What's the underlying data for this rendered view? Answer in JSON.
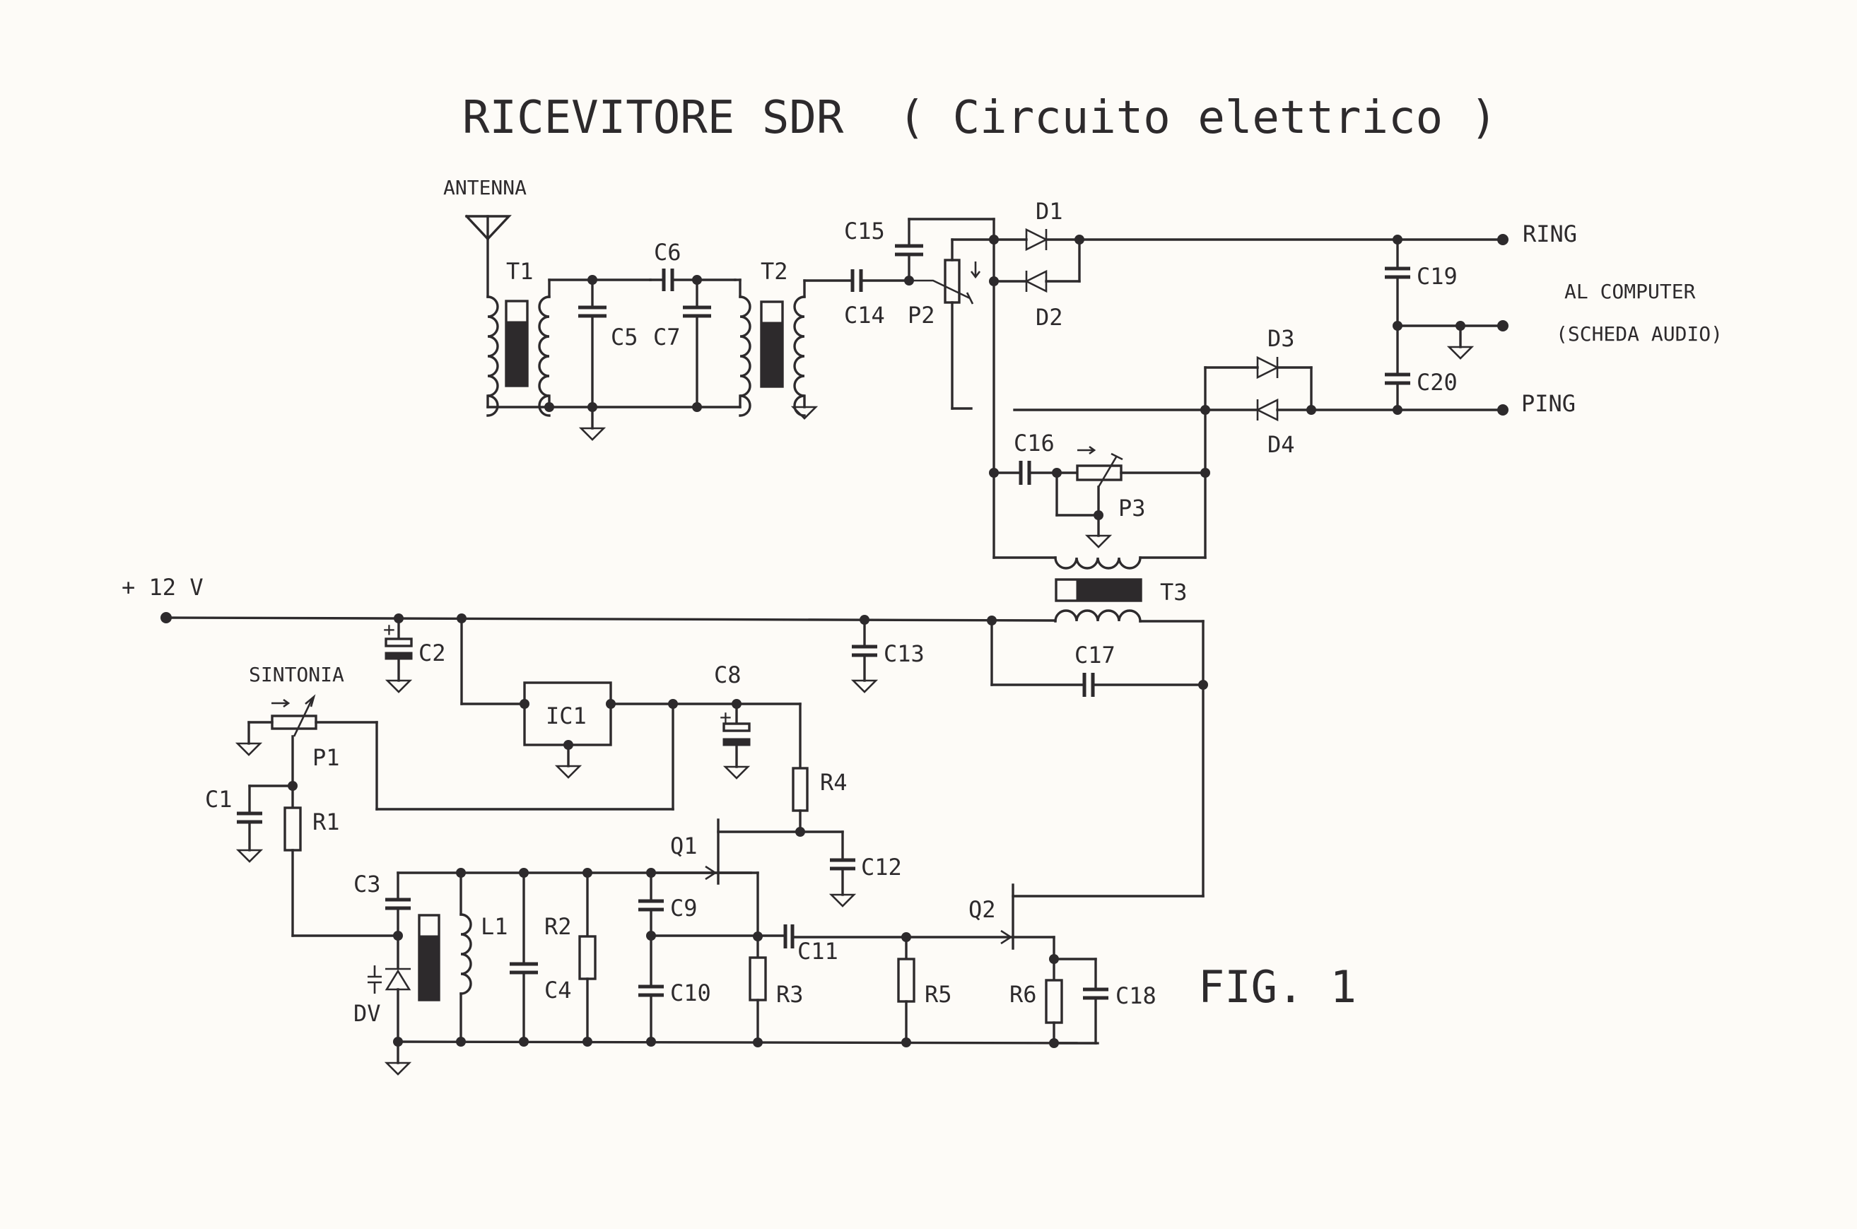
{
  "title": "RICEVITORE SDR  ( Circuito elettrico )",
  "figure_label": "FIG. 1",
  "colors": {
    "paper": "#fdfbf7",
    "ink": "#2d2a2c"
  },
  "labels": {
    "antenna": "ANTENNA",
    "supply": "+ 12 V",
    "tuning": "SINTONIA",
    "ring": "RING",
    "ping": "PING",
    "to_computer": "AL COMPUTER",
    "sound_card": "(SCHEDA AUDIO)"
  },
  "components": {
    "T1": "T1",
    "T2": "T2",
    "T3": "T3",
    "C1": "C1",
    "C2": "C2",
    "C3": "C3",
    "C4": "C4",
    "C5": "C5",
    "C6": "C6",
    "C7": "C7",
    "C8": "C8",
    "C9": "C9",
    "C10": "C10",
    "C11": "C11",
    "C12": "C12",
    "C13": "C13",
    "C14": "C14",
    "C15": "C15",
    "C16": "C16",
    "C17": "C17",
    "C18": "C18",
    "C19": "C19",
    "C20": "C20",
    "D1": "D1",
    "D2": "D2",
    "D3": "D3",
    "D4": "D4",
    "DV": "DV",
    "P1": "P1",
    "P2": "P2",
    "P3": "P3",
    "R1": "R1",
    "R2": "R2",
    "R3": "R3",
    "R4": "R4",
    "R5": "R5",
    "R6": "R6",
    "L1": "L1",
    "Q1": "Q1",
    "Q2": "Q2",
    "IC1": "IC1"
  },
  "polarity": {
    "plus": "+"
  }
}
